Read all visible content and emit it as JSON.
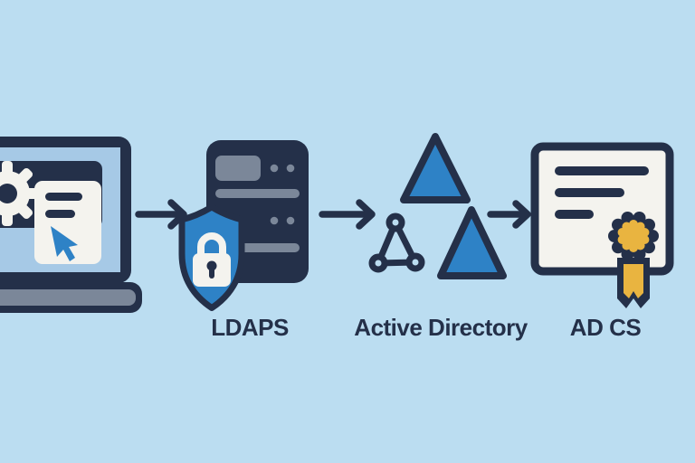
{
  "flow": {
    "type": "diagram",
    "description_visible_only": "laptop -> LDAPS secure server -> Active Directory -> AD CS certificate",
    "nodes": [
      {
        "id": "client-device",
        "icon": "laptop-settings-icon",
        "label": ""
      },
      {
        "id": "ldaps",
        "icon": "secure-server-shield-lock-icon",
        "label": "LDAPS"
      },
      {
        "id": "active-directory",
        "icon": "directory-triangles-network-icon",
        "label": "Active Directory"
      },
      {
        "id": "ad-cs",
        "icon": "certificate-rosette-icon",
        "label": "AD CS"
      }
    ],
    "arrows": [
      {
        "from": "client-device",
        "to": "ldaps",
        "icon": "arrow-right-icon"
      },
      {
        "from": "ldaps",
        "to": "active-directory",
        "icon": "arrow-right-icon"
      },
      {
        "from": "active-directory",
        "to": "ad-cs",
        "icon": "arrow-right-icon"
      }
    ],
    "colors": {
      "background": "#bbddf1",
      "ink_navy": "#243049",
      "accent_blue": "#2e82c6",
      "gray_blue": "#7b8799",
      "paper_offwhite": "#f4f3ee",
      "screen_blue": "#a6c9e6",
      "gold": "#e9b440"
    }
  }
}
